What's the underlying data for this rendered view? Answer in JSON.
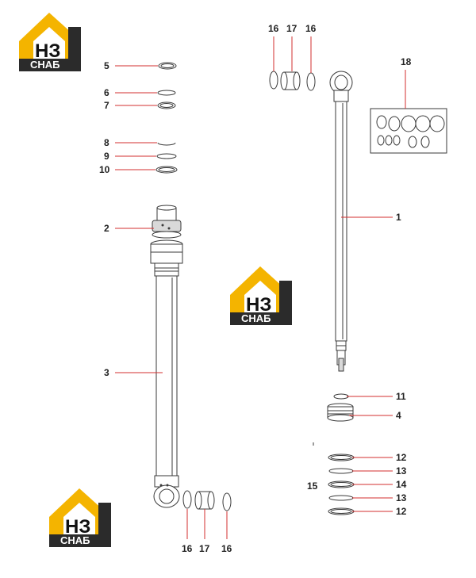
{
  "logo": {
    "main": "НЗ",
    "sub": "СНАБ",
    "yellow": "#f4b400",
    "dark": "#2b2b2b"
  },
  "callouts": {
    "c5": "5",
    "c6": "6",
    "c7": "7",
    "c8": "8",
    "c9": "9",
    "c10": "10",
    "c2": "2",
    "c3": "3",
    "c1": "1",
    "c18": "18",
    "c16a": "16",
    "c17a": "17",
    "c16b": "16",
    "c11": "11",
    "c4": "4",
    "c15": "15",
    "c12a": "12",
    "c13a": "13",
    "c14": "14",
    "c13b": "13",
    "c12b": "12",
    "c16c": "16",
    "c17b": "17",
    "c16d": "16"
  },
  "colors": {
    "leader": "#d32f2f",
    "outline": "#3a3a3a"
  }
}
